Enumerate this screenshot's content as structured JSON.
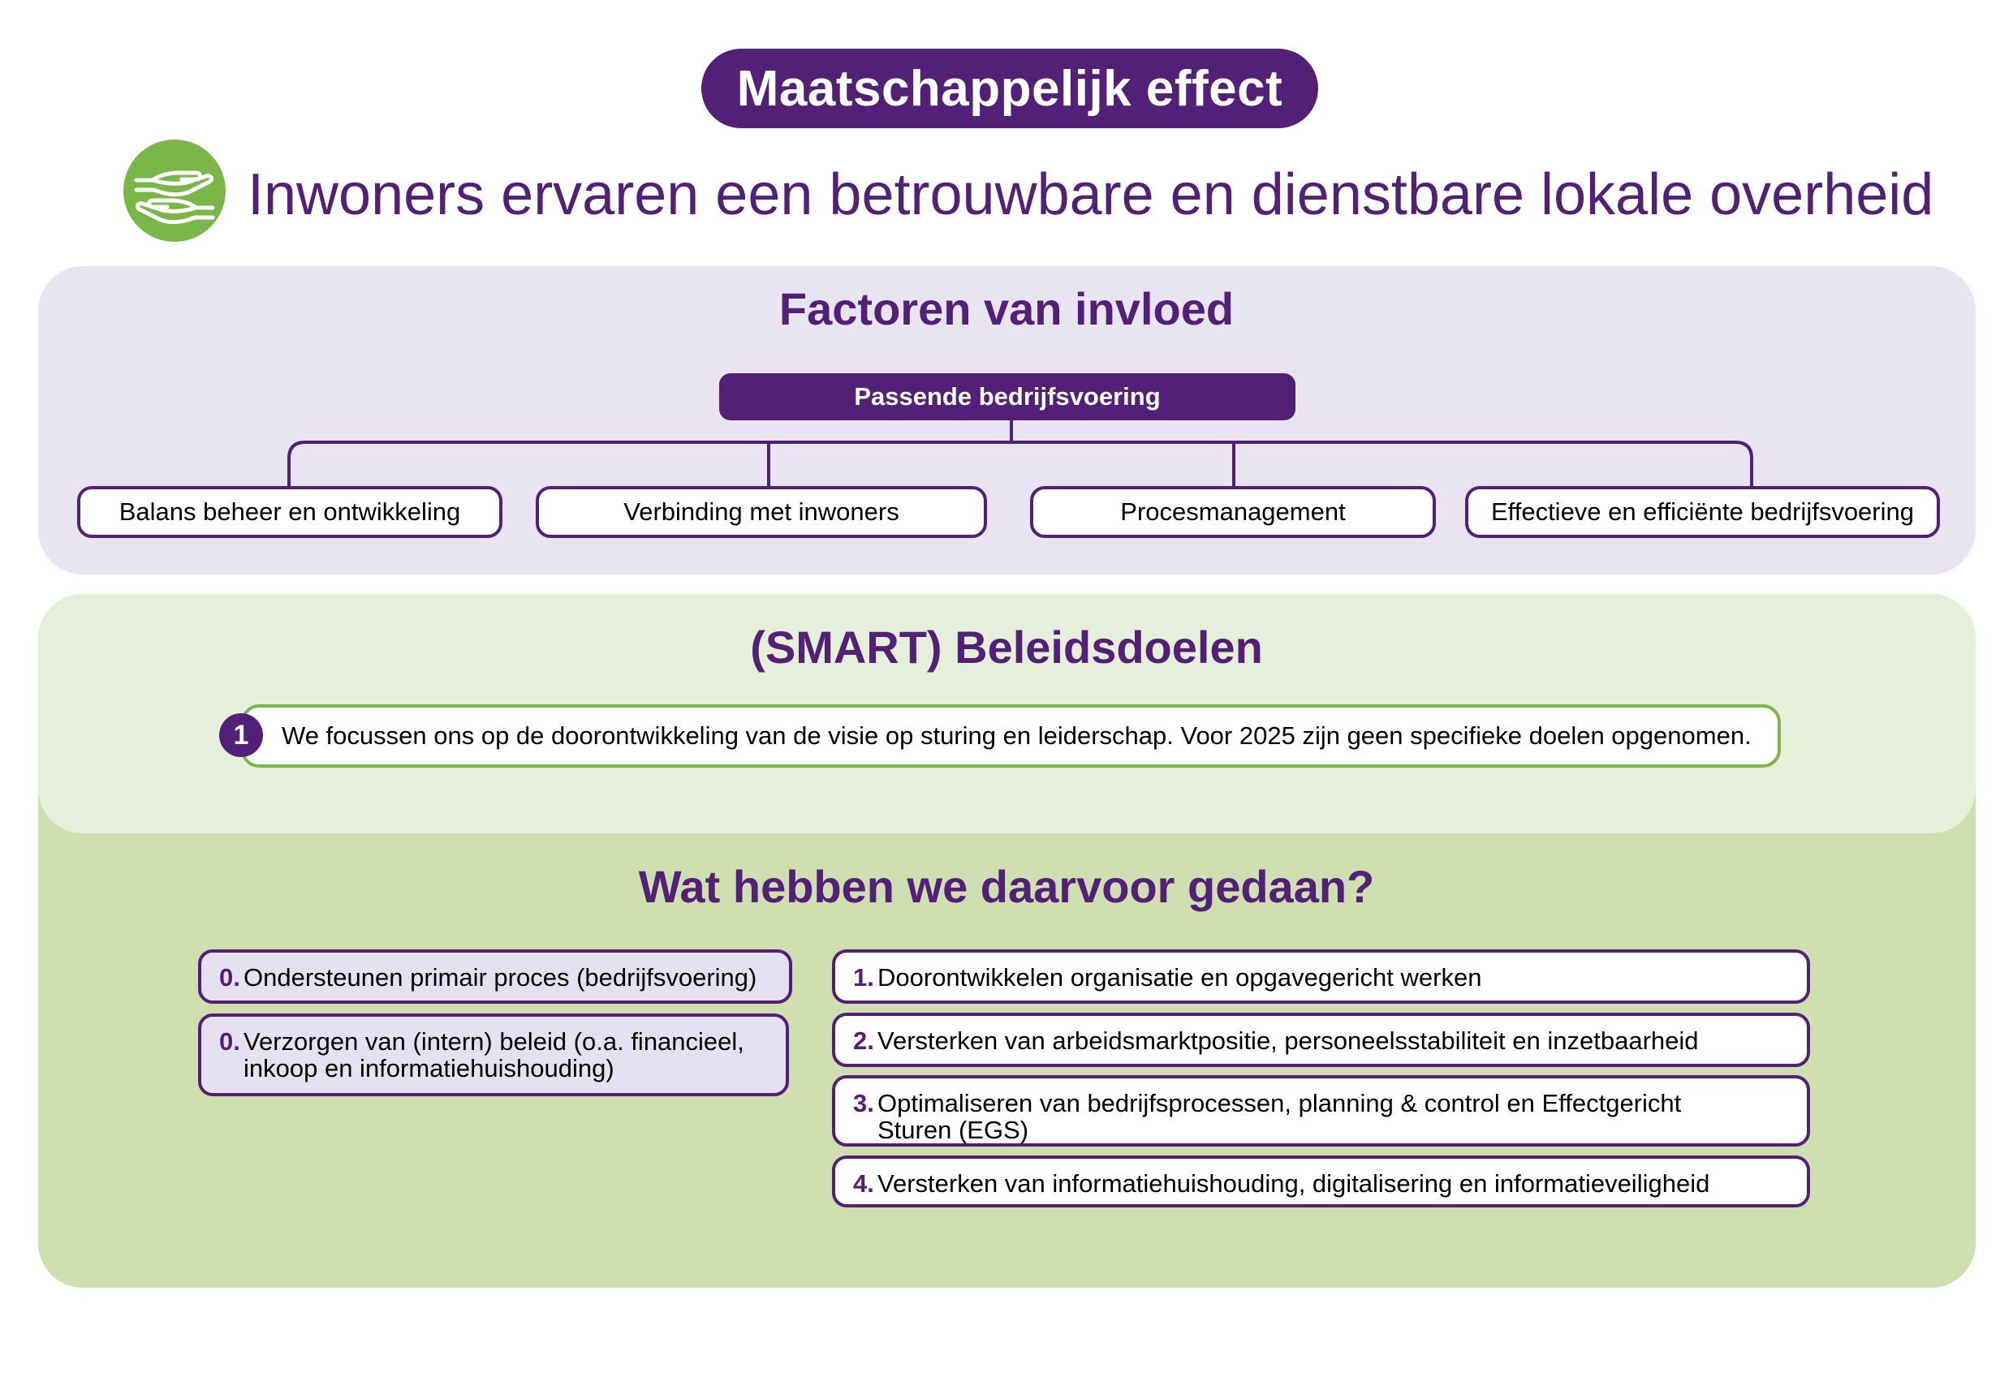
{
  "header": {
    "effect_label": "Maatschappelijk effect",
    "effect_icon": "hands-icon",
    "effect_statement": "Inwoners ervaren een betrouwbare en dienstbare lokale overheid"
  },
  "factors": {
    "title": "Factoren van invloed",
    "main": "Passende bedrijfsvoering",
    "items": [
      "Balans beheer en ontwikkeling",
      "Verbinding met inwoners",
      "Procesmanagement",
      "Effectieve en efficiënte bedrijfsvoering"
    ]
  },
  "goals": {
    "title": "(SMART) Beleidsdoelen",
    "items": [
      {
        "number": "1",
        "text": "We focussen ons op de doorontwikkeling van de visie op sturing en leiderschap. Voor 2025 zijn geen specifieke doelen opgenomen."
      }
    ]
  },
  "activities": {
    "title": "Wat hebben we daarvoor gedaan?",
    "left": [
      {
        "number": "0.",
        "text": "Ondersteunen primair proces (bedrijfsvoering)"
      },
      {
        "number": "0.",
        "text": "Verzorgen van (intern) beleid (o.a. financieel, inkoop en informatiehuishouding)"
      }
    ],
    "right": [
      {
        "number": "1.",
        "text": "Doorontwikkelen organisatie en opgavegericht werken"
      },
      {
        "number": "2.",
        "text": "Versterken van arbeidsmarktpositie, personeelsstabiliteit en inzetbaarheid"
      },
      {
        "number": "3.",
        "text": "Optimaliseren van bedrijfsprocessen, planning & control en Effectgericht Sturen (EGS)"
      },
      {
        "number": "4.",
        "text": "Versterken van informatiehuishouding, digitalisering en informatieveiligheid"
      }
    ]
  },
  "colors": {
    "purple": "#522077",
    "green": "#7ab648",
    "lavender": "#e9e4f2",
    "light_green": "#e6efd9",
    "green_panel": "#cfdfb0"
  }
}
